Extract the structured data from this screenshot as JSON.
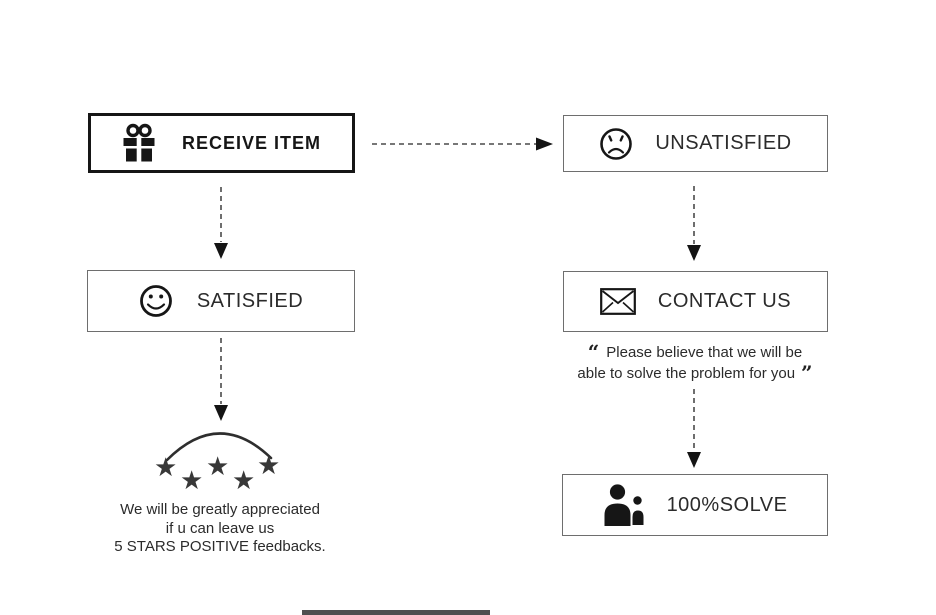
{
  "flowchart": {
    "nodes": {
      "receive_item": {
        "label": "RECEIVE ITEM",
        "icon": "gift-icon"
      },
      "unsatisfied": {
        "label": "UNSATISFIED",
        "icon": "sad-face-icon"
      },
      "satisfied": {
        "label": "SATISFIED",
        "icon": "happy-face-icon"
      },
      "contact_us": {
        "label": "CONTACT US",
        "icon": "envelope-icon"
      },
      "solve": {
        "label": "100%SOLVE",
        "icon": "support-people-icon"
      }
    },
    "quote": {
      "open_mark": "“",
      "close_mark": "”",
      "line1": "Please believe that we will be",
      "line2": "able to solve the problem for you"
    },
    "feedback": {
      "stars_count": 5,
      "star_glyph": "★",
      "line1": "We will be greatly appreciated",
      "line2": "if u can leave us",
      "line3": "5 STARS POSITIVE feedbacks."
    },
    "colors": {
      "ink": "#161616",
      "thin_border": "#6e6e6e",
      "arrow": "#4a4a4a",
      "background": "#ffffff",
      "bottom_bar": "#4f4f4f"
    }
  }
}
